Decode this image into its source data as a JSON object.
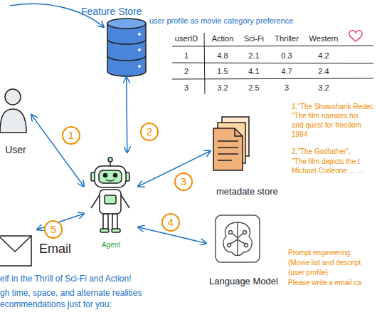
{
  "diagram": {
    "nodes": [
      {
        "text": [
          "Feature Store"
        ]
      },
      {
        "text": [
          "User"
        ]
      },
      {
        "text": [
          "metadate store"
        ]
      },
      {
        "text": [
          "Agent"
        ]
      },
      {
        "text": [
          "Language Model"
        ]
      },
      {
        "text": [
          "Email"
        ]
      }
    ],
    "edges": [
      {
        "from": 1,
        "to": 3,
        "arrow": "both",
        "label": "1"
      },
      {
        "from": 0,
        "to": 3,
        "arrow": "both",
        "label": "2"
      },
      {
        "from": 3,
        "to": 2,
        "arrow": "both",
        "label": "3"
      },
      {
        "from": 3,
        "to": 4,
        "arrow": "both",
        "label": "4"
      },
      {
        "from": 3,
        "to": 5,
        "arrow": "both",
        "label": "5"
      }
    ],
    "labels": [
      "user profile as movie category preference",
      "userID",
      "Action",
      "Sci-Fi",
      "Thriller",
      "Western",
      "1",
      "4.8",
      "2.1",
      "0.3",
      "4.2",
      "2",
      "1.5",
      "4.1",
      "4.7",
      "2.4",
      "3",
      "3.2",
      "2.5",
      "3",
      "3.2",
      "1,\"The Shawshank Redec",
      "\"The film narrates his",
      "and quest for freedom",
      "1994",
      "2,\"The Godfather\",",
      "\"The film depicts the t",
      "Michael Corleone ... ...",
      "Prompt engineering",
      "{Movie list and descript",
      "{user profile}",
      "Please write a email ca",
      "elf in the Thrill of Sci-Fi and Action!",
      "gh time, space, and alternate realities",
      "ecommendations just for you:"
    ]
  }
}
